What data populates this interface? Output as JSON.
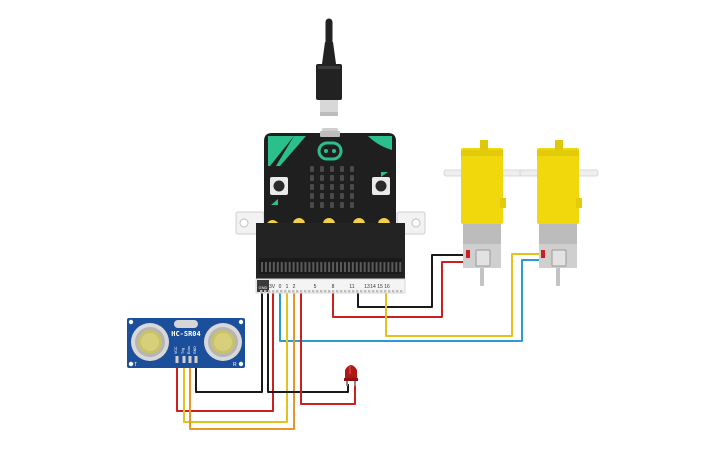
{
  "sensor": {
    "model": "HC-SR04",
    "pin_labels": [
      "VCC",
      "Trig",
      "Echo",
      "GND"
    ],
    "corner_left": "T",
    "corner_right": "R"
  },
  "edge_connector": {
    "gnd_label": "GND",
    "pin_labels": [
      "3V",
      "0",
      "1",
      "2",
      "5",
      "8",
      "11",
      "13",
      "14",
      "15",
      "16"
    ]
  },
  "colors": {
    "board": "#1f1f1f",
    "board_accent": "#2bbf8c",
    "gold_pad": "#f2d04a",
    "sensor_pcb": "#1b4f9c",
    "motor_yellow": "#f1d80c",
    "wire_black": "#1a1a1a",
    "wire_red": "#cc1f1f",
    "wire_yellow": "#e2c21b",
    "wire_orange": "#e8962a",
    "wire_blue": "#2a9bd8",
    "led_red": "#b01818"
  },
  "icons": {
    "usb_cable": "usb-cable-icon",
    "led": "red-led-icon",
    "button": "push-button-icon"
  }
}
